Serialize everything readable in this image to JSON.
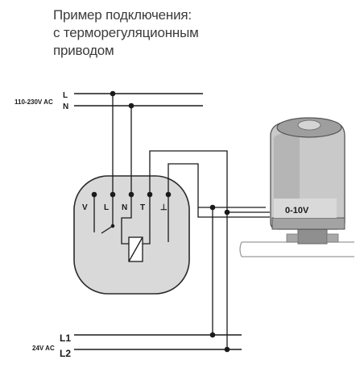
{
  "title_lines": [
    "Пример подключения:",
    "с терморегуляционным",
    "приводом"
  ],
  "mains": {
    "voltage_label": "110-230V AC",
    "line_label": "L",
    "neutral_label": "N"
  },
  "low_voltage": {
    "voltage_label": "24V AC",
    "line1_label": "L1",
    "line2_label": "L2"
  },
  "thermostat": {
    "terminals": [
      "V",
      "L",
      "N",
      "T",
      "⊥"
    ]
  },
  "actuator": {
    "signal_label": "0-10V"
  }
}
